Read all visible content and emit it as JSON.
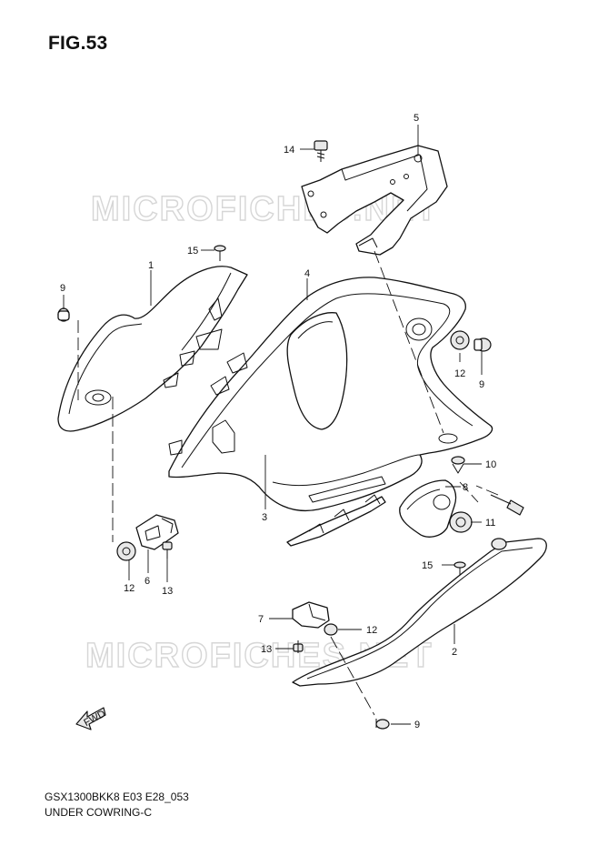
{
  "figure": {
    "label": "FIG.53",
    "code": "GSX1300BKK8 E03 E28_053",
    "name": "UNDER COWRING-C"
  },
  "watermark": {
    "text": "MICROFICHES.NET",
    "color": "#d9d9d9"
  },
  "fwd_arrow": {
    "text": "FWD"
  },
  "callouts": [
    {
      "id": "c-5",
      "text": "5"
    },
    {
      "id": "c-14",
      "text": "14"
    },
    {
      "id": "c-15a",
      "text": "15"
    },
    {
      "id": "c-1",
      "text": "1"
    },
    {
      "id": "c-4",
      "text": "4"
    },
    {
      "id": "c-9a",
      "text": "9"
    },
    {
      "id": "c-12a",
      "text": "12"
    },
    {
      "id": "c-9b",
      "text": "9"
    },
    {
      "id": "c-10",
      "text": "10"
    },
    {
      "id": "c-8",
      "text": "8"
    },
    {
      "id": "c-3",
      "text": "3"
    },
    {
      "id": "c-11",
      "text": "11"
    },
    {
      "id": "c-6",
      "text": "6"
    },
    {
      "id": "c-12b",
      "text": "12"
    },
    {
      "id": "c-13a",
      "text": "13"
    },
    {
      "id": "c-15b",
      "text": "15"
    },
    {
      "id": "c-7",
      "text": "7"
    },
    {
      "id": "c-12c",
      "text": "12"
    },
    {
      "id": "c-13b",
      "text": "13"
    },
    {
      "id": "c-2",
      "text": "2"
    },
    {
      "id": "c-9c",
      "text": "9"
    }
  ]
}
